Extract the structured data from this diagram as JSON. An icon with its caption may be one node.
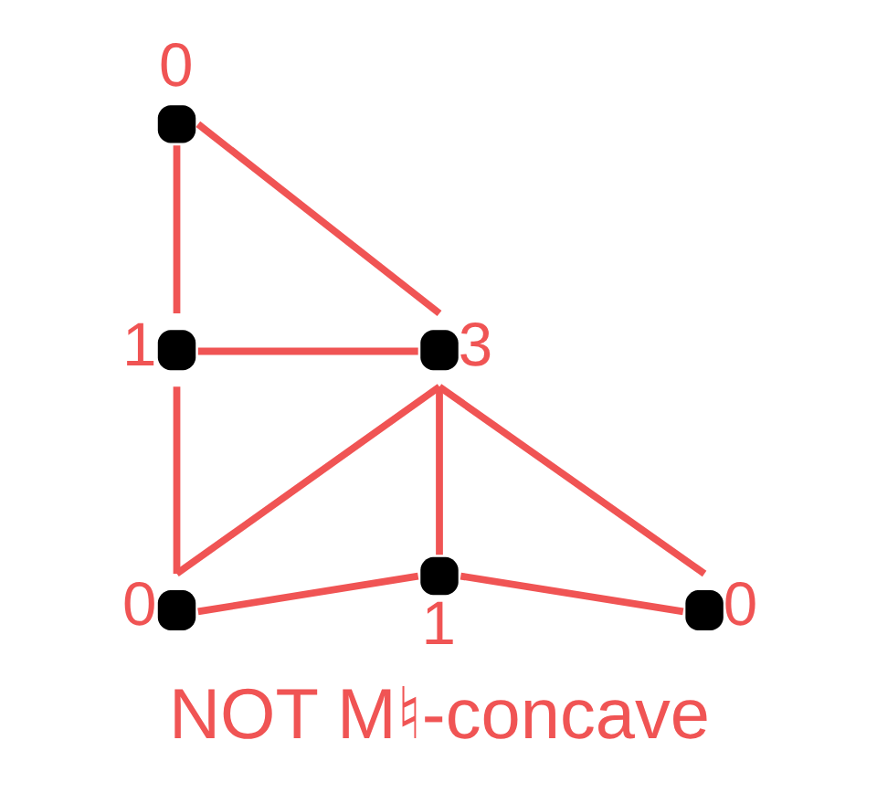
{
  "diagram": {
    "caption": "NOT M♮-concave",
    "nodes": [
      {
        "text": [],
        "shape": "circle",
        "beside": [
          "0"
        ]
      },
      {
        "text": [],
        "shape": "circle",
        "beside": [
          "1"
        ]
      },
      {
        "text": [],
        "shape": "circle",
        "beside": [
          "3"
        ]
      },
      {
        "text": [],
        "shape": "circle",
        "beside": [
          "0"
        ]
      },
      {
        "text": [],
        "shape": "circle",
        "beside": [
          "1"
        ]
      },
      {
        "text": [],
        "shape": "circle",
        "beside": [
          "0"
        ]
      }
    ],
    "edges": [
      {
        "from": 0,
        "to": 1,
        "arrow": "none"
      },
      {
        "from": 0,
        "to": 2,
        "arrow": "none"
      },
      {
        "from": 1,
        "to": 2,
        "arrow": "none"
      },
      {
        "from": 1,
        "to": 3,
        "arrow": "none"
      },
      {
        "from": 3,
        "to": 2,
        "arrow": "none"
      },
      {
        "from": 2,
        "to": 4,
        "arrow": "none"
      },
      {
        "from": 2,
        "to": 5,
        "arrow": "none"
      },
      {
        "from": 3,
        "to": 4,
        "arrow": "none"
      },
      {
        "from": 4,
        "to": 5,
        "arrow": "none"
      }
    ]
  }
}
